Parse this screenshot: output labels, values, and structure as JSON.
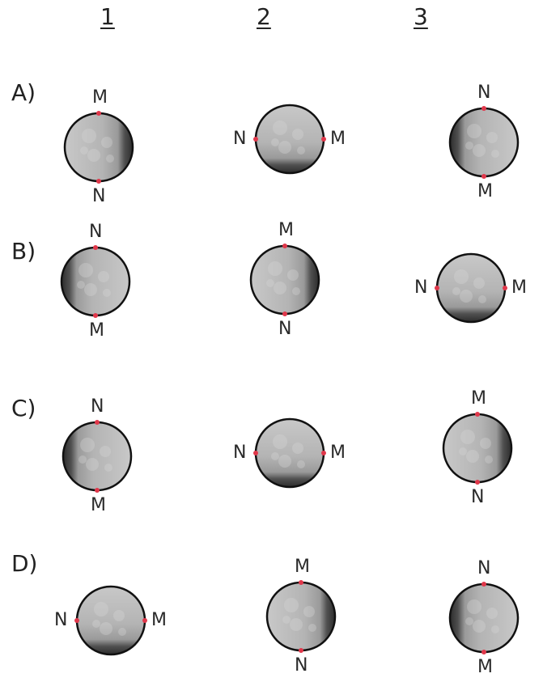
{
  "columns": [
    "1",
    "2",
    "3"
  ],
  "rows": [
    {
      "label": "A)",
      "items": [
        {
          "orientation": "vertical",
          "top_label": "M",
          "bottom_label": "N",
          "shadow": "right"
        },
        {
          "orientation": "horizontal",
          "left_label": "N",
          "right_label": "M",
          "shadow": "bottom"
        },
        {
          "orientation": "vertical",
          "top_label": "N",
          "bottom_label": "M",
          "shadow": "left"
        }
      ]
    },
    {
      "label": "B)",
      "items": [
        {
          "orientation": "vertical",
          "top_label": "N",
          "bottom_label": "M",
          "shadow": "left"
        },
        {
          "orientation": "vertical",
          "top_label": "M",
          "bottom_label": "N",
          "shadow": "right"
        },
        {
          "orientation": "horizontal",
          "left_label": "N",
          "right_label": "M",
          "shadow": "bottom"
        }
      ]
    },
    {
      "label": "C)",
      "items": [
        {
          "orientation": "vertical",
          "top_label": "N",
          "bottom_label": "M",
          "shadow": "left"
        },
        {
          "orientation": "horizontal",
          "left_label": "N",
          "right_label": "M",
          "shadow": "bottom"
        },
        {
          "orientation": "vertical",
          "top_label": "M",
          "bottom_label": "N",
          "shadow": "right"
        }
      ]
    },
    {
      "label": "D)",
      "items": [
        {
          "orientation": "horizontal",
          "left_label": "N",
          "right_label": "M",
          "shadow": "bottom"
        },
        {
          "orientation": "vertical",
          "top_label": "M",
          "bottom_label": "N",
          "shadow": "right"
        },
        {
          "orientation": "vertical",
          "top_label": "N",
          "bottom_label": "M",
          "shadow": "left"
        }
      ]
    }
  ]
}
